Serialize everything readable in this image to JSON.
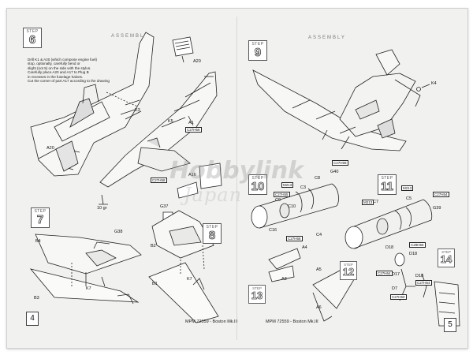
{
  "section_title_left": "ASSEMBLY",
  "section_title_right": "ASSEMBLY",
  "step_label": "STEP",
  "steps": {
    "s6": "6",
    "s7": "7",
    "s8": "8",
    "s9": "9",
    "s10": "10",
    "s11": "11",
    "s12": "12",
    "s13": "13",
    "s14": "14"
  },
  "instructions": [
    "Drill K1 & A20 (which compose engine fuel)",
    "stop, optionally, carefully bend or",
    "slight (not 5) on the side with the stylus.",
    "Carefully place A20 and A17 to Plug B",
    "in recesses in the fuselage halves.",
    "Cut the corner of part A17 according to the drawing"
  ],
  "parts": {
    "A20": "A20",
    "A20b": "A20",
    "K3": "K3",
    "K5": "K5",
    "A1": "A1",
    "C27h": "C27H56",
    "A16": "A16",
    "C27h2": "C27H58",
    "G37": "G37",
    "w10": "10 gr",
    "B4": "B4",
    "G38": "G38",
    "K7": "K7",
    "B3": "B3",
    "B2": "B2",
    "K7b": "K7",
    "B1": "B1",
    "K4": "K4",
    "C27h3": "C27H58",
    "G40": "G40",
    "C8": "C8",
    "M213a": "M213",
    "C27h4": "C27H55",
    "C9": "C9",
    "C10": "C10",
    "C16": "C16",
    "C27h5": "C27H56",
    "C4": "C4",
    "M213b": "M213",
    "C7": "C7",
    "M213c": "M213",
    "C5": "C5",
    "C27h6": "C27H54",
    "G39": "G39",
    "C3": "C3",
    "A4": "A4",
    "A3": "A3",
    "A5": "A5",
    "A6": "A6",
    "D18": "D18",
    "C29h": "C29H56",
    "D18b": "D18",
    "C27h7": "C27H64",
    "D17": "D17",
    "D18c": "D18",
    "C27h8": "C27H64",
    "D7": "D7",
    "C27h9": "C27H60"
  },
  "footer_left": "MPM 72559 - Boston Mk.III",
  "footer_right": "MPM 72559 - Boston Mk.III",
  "page_left": "4",
  "page_right": "5",
  "watermark_top": "Hobbylink",
  "watermark_bottom": "Japan"
}
